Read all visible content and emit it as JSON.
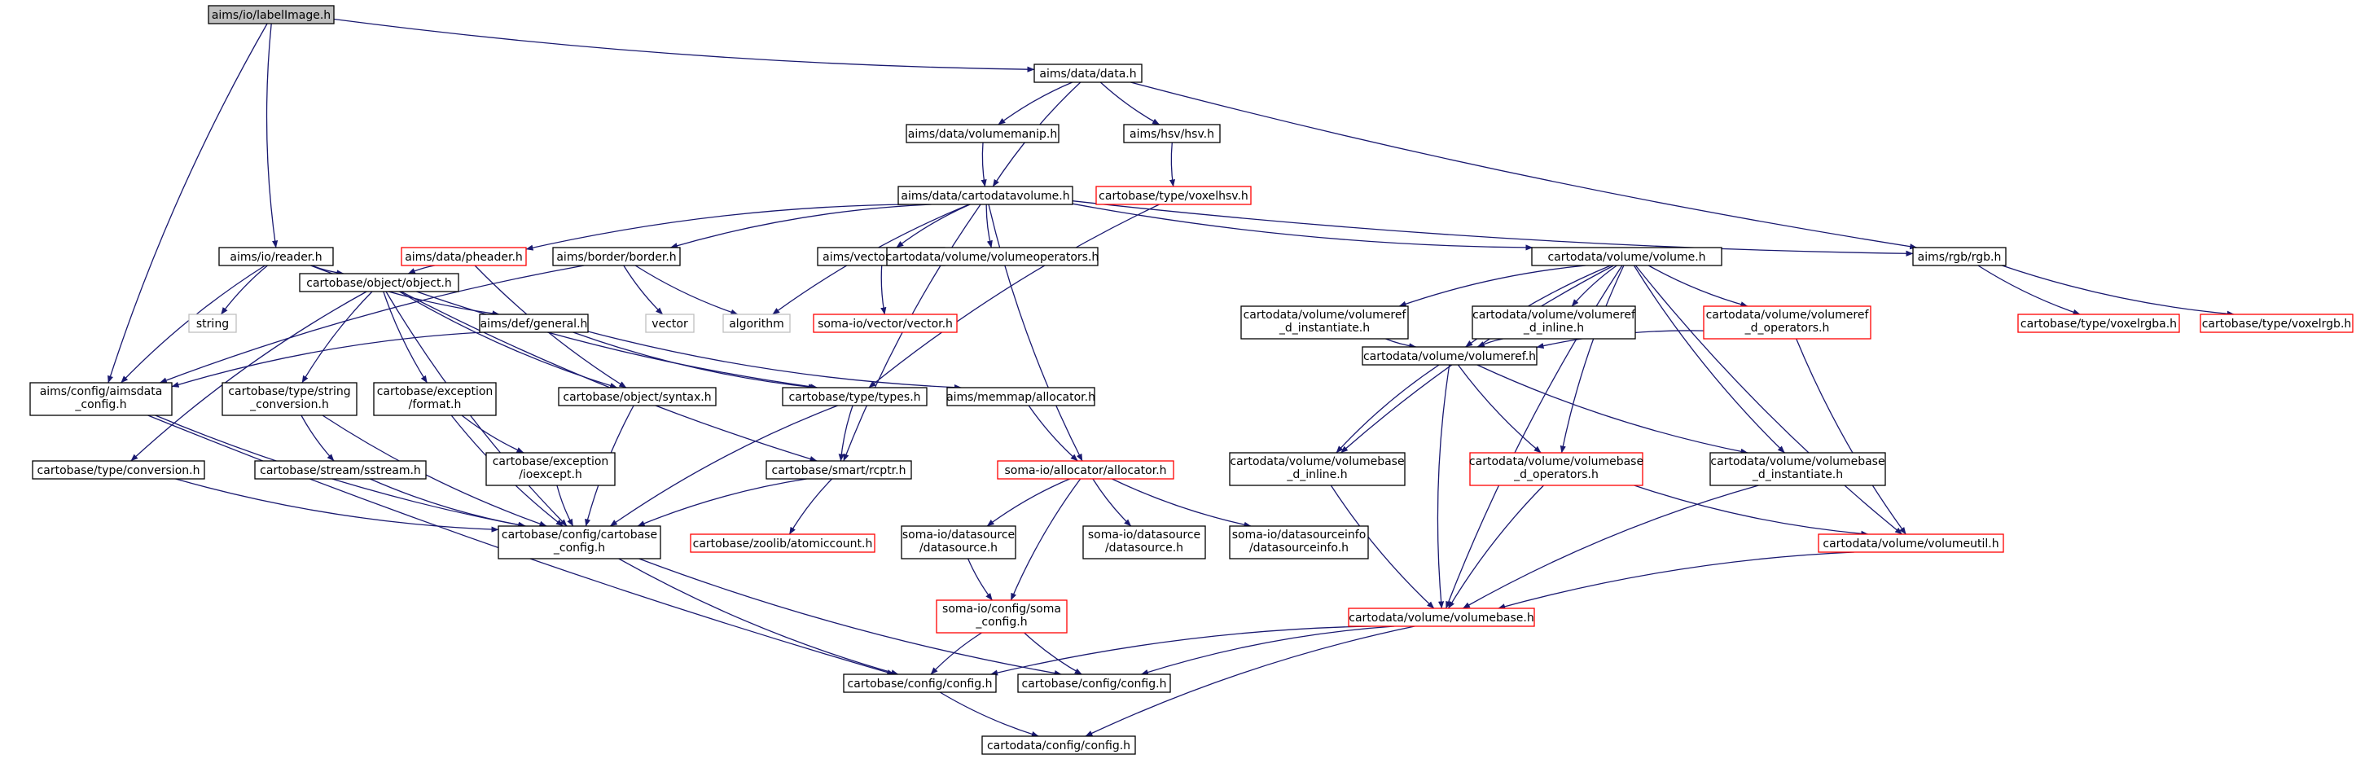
{
  "colors": {
    "edge": "#191970",
    "border_default": "#000000",
    "border_truncated": "#ff0000",
    "border_external": "#bfbfbf",
    "fill_root": "#bfbfbf",
    "fill_default": "#ffffff"
  },
  "nodes": [
    {
      "id": "labelimage",
      "label": "aims/io/labelImage.h",
      "kind": "root"
    },
    {
      "id": "data",
      "label": "aims/data/data.h",
      "kind": "default"
    },
    {
      "id": "volumemanip",
      "label": "aims/data/volumemanip.h",
      "kind": "default"
    },
    {
      "id": "hsv",
      "label": "aims/hsv/hsv.h",
      "kind": "default"
    },
    {
      "id": "voxelhsv",
      "label": "cartobase/type/voxelhsv.h",
      "kind": "truncated"
    },
    {
      "id": "cartodatavolume",
      "label": "aims/data/cartodatavolume.h",
      "kind": "default"
    },
    {
      "id": "reader",
      "label": "aims/io/reader.h",
      "kind": "default"
    },
    {
      "id": "pheader",
      "label": "aims/data/pheader.h",
      "kind": "truncated"
    },
    {
      "id": "border",
      "label": "aims/border/border.h",
      "kind": "default"
    },
    {
      "id": "vectorh",
      "label": "aims/vector/vector.h",
      "kind": "default"
    },
    {
      "id": "volumeoperators",
      "label": "cartodata/volume/volumeoperators.h",
      "kind": "default"
    },
    {
      "id": "volumeh",
      "label": "cartodata/volume/volume.h",
      "kind": "default"
    },
    {
      "id": "rgb",
      "label": "aims/rgb/rgb.h",
      "kind": "default"
    },
    {
      "id": "string",
      "label": "string",
      "kind": "external"
    },
    {
      "id": "object",
      "label": "cartobase/object/object.h",
      "kind": "default"
    },
    {
      "id": "general",
      "label": "aims/def/general.h",
      "kind": "default"
    },
    {
      "id": "vector",
      "label": "vector",
      "kind": "external"
    },
    {
      "id": "algorithm",
      "label": "algorithm",
      "kind": "external"
    },
    {
      "id": "somavector",
      "label": "soma-io/vector/vector.h",
      "kind": "truncated"
    },
    {
      "id": "voxelrgba",
      "label": "cartobase/type/voxelrgba.h",
      "kind": "truncated"
    },
    {
      "id": "voxelrgb",
      "label": "cartobase/type/voxelrgb.h",
      "kind": "truncated"
    },
    {
      "id": "volref_inst",
      "label": [
        "cartodata/volume/volumeref",
        "_d_instantiate.h"
      ],
      "kind": "default"
    },
    {
      "id": "volref_inline",
      "label": [
        "cartodata/volume/volumeref",
        "_d_inline.h"
      ],
      "kind": "default"
    },
    {
      "id": "volref_ops",
      "label": [
        "cartodata/volume/volumeref",
        "_d_operators.h"
      ],
      "kind": "truncated"
    },
    {
      "id": "aimsdataconfig",
      "label": [
        "aims/config/aimsdata",
        "_config.h"
      ],
      "kind": "default"
    },
    {
      "id": "stringconv",
      "label": [
        "cartobase/type/string",
        "_conversion.h"
      ],
      "kind": "default"
    },
    {
      "id": "excformat",
      "label": [
        "cartobase/exception",
        "/format.h"
      ],
      "kind": "default"
    },
    {
      "id": "syntax",
      "label": "cartobase/object/syntax.h",
      "kind": "default"
    },
    {
      "id": "types",
      "label": "cartobase/type/types.h",
      "kind": "default"
    },
    {
      "id": "memallocator",
      "label": "aims/memmap/allocator.h",
      "kind": "default"
    },
    {
      "id": "volumeref",
      "label": "cartodata/volume/volumeref.h",
      "kind": "default"
    },
    {
      "id": "conversion",
      "label": "cartobase/type/conversion.h",
      "kind": "default"
    },
    {
      "id": "sstream",
      "label": "cartobase/stream/sstream.h",
      "kind": "default"
    },
    {
      "id": "ioexcept",
      "label": [
        "cartobase/exception",
        "/ioexcept.h"
      ],
      "kind": "default"
    },
    {
      "id": "rcptr",
      "label": "cartobase/smart/rcptr.h",
      "kind": "default"
    },
    {
      "id": "somaallocator",
      "label": "soma-io/allocator/allocator.h",
      "kind": "truncated"
    },
    {
      "id": "volbase_inline",
      "label": [
        "cartodata/volume/volumebase",
        "_d_inline.h"
      ],
      "kind": "default"
    },
    {
      "id": "volbase_ops",
      "label": [
        "cartodata/volume/volumebase",
        "_d_operators.h"
      ],
      "kind": "truncated"
    },
    {
      "id": "volbase_inst",
      "label": [
        "cartodata/volume/volumebase",
        "_d_instantiate.h"
      ],
      "kind": "default"
    },
    {
      "id": "cartobaseconfig",
      "label": [
        "cartobase/config/cartobase",
        "_config.h"
      ],
      "kind": "default"
    },
    {
      "id": "atomiccount",
      "label": "cartobase/zoolib/atomiccount.h",
      "kind": "truncated"
    },
    {
      "id": "datasource",
      "label": [
        "soma-io/datasource",
        "/datasource.h"
      ],
      "kind": "default"
    },
    {
      "id": "datasource2",
      "label": [
        "soma-io/datasource",
        "/datasource.h"
      ],
      "kind": "default"
    },
    {
      "id": "datasourceinfo",
      "label": [
        "soma-io/datasourceinfo",
        "/datasourceinfo.h"
      ],
      "kind": "default"
    },
    {
      "id": "volumeutil",
      "label": "cartodata/volume/volumeutil.h",
      "kind": "truncated"
    },
    {
      "id": "somaconfig",
      "label": [
        "soma-io/config/soma",
        "_config.h"
      ],
      "kind": "truncated"
    },
    {
      "id": "volumebase",
      "label": "cartodata/volume/volumebase.h",
      "kind": "truncated"
    },
    {
      "id": "config1",
      "label": "cartobase/config/config.h",
      "kind": "default"
    },
    {
      "id": "config2",
      "label": "cartobase/config/config.h",
      "kind": "default"
    },
    {
      "id": "cartodataconfig",
      "label": "cartodata/config/config.h",
      "kind": "default"
    }
  ],
  "edges": [
    [
      "labelimage",
      "data"
    ],
    [
      "labelimage",
      "reader"
    ],
    [
      "labelimage",
      "aimsdataconfig"
    ],
    [
      "data",
      "volumemanip"
    ],
    [
      "data",
      "hsv"
    ],
    [
      "data",
      "cartodatavolume"
    ],
    [
      "data",
      "rgb"
    ],
    [
      "volumemanip",
      "cartodatavolume"
    ],
    [
      "hsv",
      "voxelhsv"
    ],
    [
      "voxelhsv",
      "types"
    ],
    [
      "cartodatavolume",
      "pheader"
    ],
    [
      "cartodatavolume",
      "border"
    ],
    [
      "cartodatavolume",
      "algorithm"
    ],
    [
      "cartodatavolume",
      "vectorh"
    ],
    [
      "cartodatavolume",
      "volumeoperators"
    ],
    [
      "cartodatavolume",
      "volumeh"
    ],
    [
      "cartodatavolume",
      "rgb"
    ],
    [
      "cartodatavolume",
      "rcptr"
    ],
    [
      "cartodatavolume",
      "somaallocator"
    ],
    [
      "reader",
      "string"
    ],
    [
      "reader",
      "object"
    ],
    [
      "reader",
      "general"
    ],
    [
      "reader",
      "aimsdataconfig"
    ],
    [
      "pheader",
      "object"
    ],
    [
      "pheader",
      "syntax"
    ],
    [
      "border",
      "aimsdataconfig"
    ],
    [
      "border",
      "vector"
    ],
    [
      "border",
      "algorithm"
    ],
    [
      "vectorh",
      "somavector"
    ],
    [
      "rgb",
      "voxelrgba"
    ],
    [
      "rgb",
      "voxelrgb"
    ],
    [
      "object",
      "conversion"
    ],
    [
      "object",
      "stringconv"
    ],
    [
      "object",
      "excformat"
    ],
    [
      "object",
      "syntax"
    ],
    [
      "object",
      "types"
    ],
    [
      "object",
      "rcptr"
    ],
    [
      "object",
      "cartobaseconfig"
    ],
    [
      "general",
      "aimsdataconfig"
    ],
    [
      "general",
      "types"
    ],
    [
      "general",
      "memallocator"
    ],
    [
      "volumeh",
      "volref_inst"
    ],
    [
      "volumeh",
      "volref_inline"
    ],
    [
      "volumeh",
      "volref_ops"
    ],
    [
      "volumeh",
      "volumeref"
    ],
    [
      "volumeh",
      "volbase_inline"
    ],
    [
      "volumeh",
      "volbase_ops"
    ],
    [
      "volumeh",
      "volbase_inst"
    ],
    [
      "volumeh",
      "volumeutil"
    ],
    [
      "volumeh",
      "volumebase"
    ],
    [
      "volref_inst",
      "volumeref"
    ],
    [
      "volref_inline",
      "volumeref"
    ],
    [
      "volref_ops",
      "volumeref"
    ],
    [
      "volref_ops",
      "volumeutil"
    ],
    [
      "volumeref",
      "volbase_inline"
    ],
    [
      "volumeref",
      "volbase_ops"
    ],
    [
      "volumeref",
      "volbase_inst"
    ],
    [
      "volumeref",
      "volumebase"
    ],
    [
      "aimsdataconfig",
      "cartobaseconfig"
    ],
    [
      "aimsdataconfig",
      "config1"
    ],
    [
      "stringconv",
      "sstream"
    ],
    [
      "stringconv",
      "cartobaseconfig"
    ],
    [
      "excformat",
      "ioexcept"
    ],
    [
      "excformat",
      "cartobaseconfig"
    ],
    [
      "syntax",
      "cartobaseconfig"
    ],
    [
      "types",
      "rcptr"
    ],
    [
      "types",
      "cartobaseconfig"
    ],
    [
      "memallocator",
      "somaallocator"
    ],
    [
      "conversion",
      "cartobaseconfig"
    ],
    [
      "sstream",
      "cartobaseconfig"
    ],
    [
      "ioexcept",
      "cartobaseconfig"
    ],
    [
      "rcptr",
      "cartobaseconfig"
    ],
    [
      "rcptr",
      "atomiccount"
    ],
    [
      "somaallocator",
      "datasource"
    ],
    [
      "somaallocator",
      "datasource2"
    ],
    [
      "somaallocator",
      "datasourceinfo"
    ],
    [
      "somaallocator",
      "somaconfig"
    ],
    [
      "datasource",
      "somaconfig"
    ],
    [
      "volbase_inline",
      "volumebase"
    ],
    [
      "volbase_ops",
      "volumebase"
    ],
    [
      "volbase_ops",
      "volumeutil"
    ],
    [
      "volbase_inst",
      "volumebase"
    ],
    [
      "volumeutil",
      "volumebase"
    ],
    [
      "cartobaseconfig",
      "config1"
    ],
    [
      "cartobaseconfig",
      "config2"
    ],
    [
      "somaconfig",
      "config1"
    ],
    [
      "somaconfig",
      "config2"
    ],
    [
      "volumebase",
      "config1"
    ],
    [
      "volumebase",
      "config2"
    ],
    [
      "volumebase",
      "cartodataconfig"
    ],
    [
      "config1",
      "cartodataconfig"
    ]
  ]
}
